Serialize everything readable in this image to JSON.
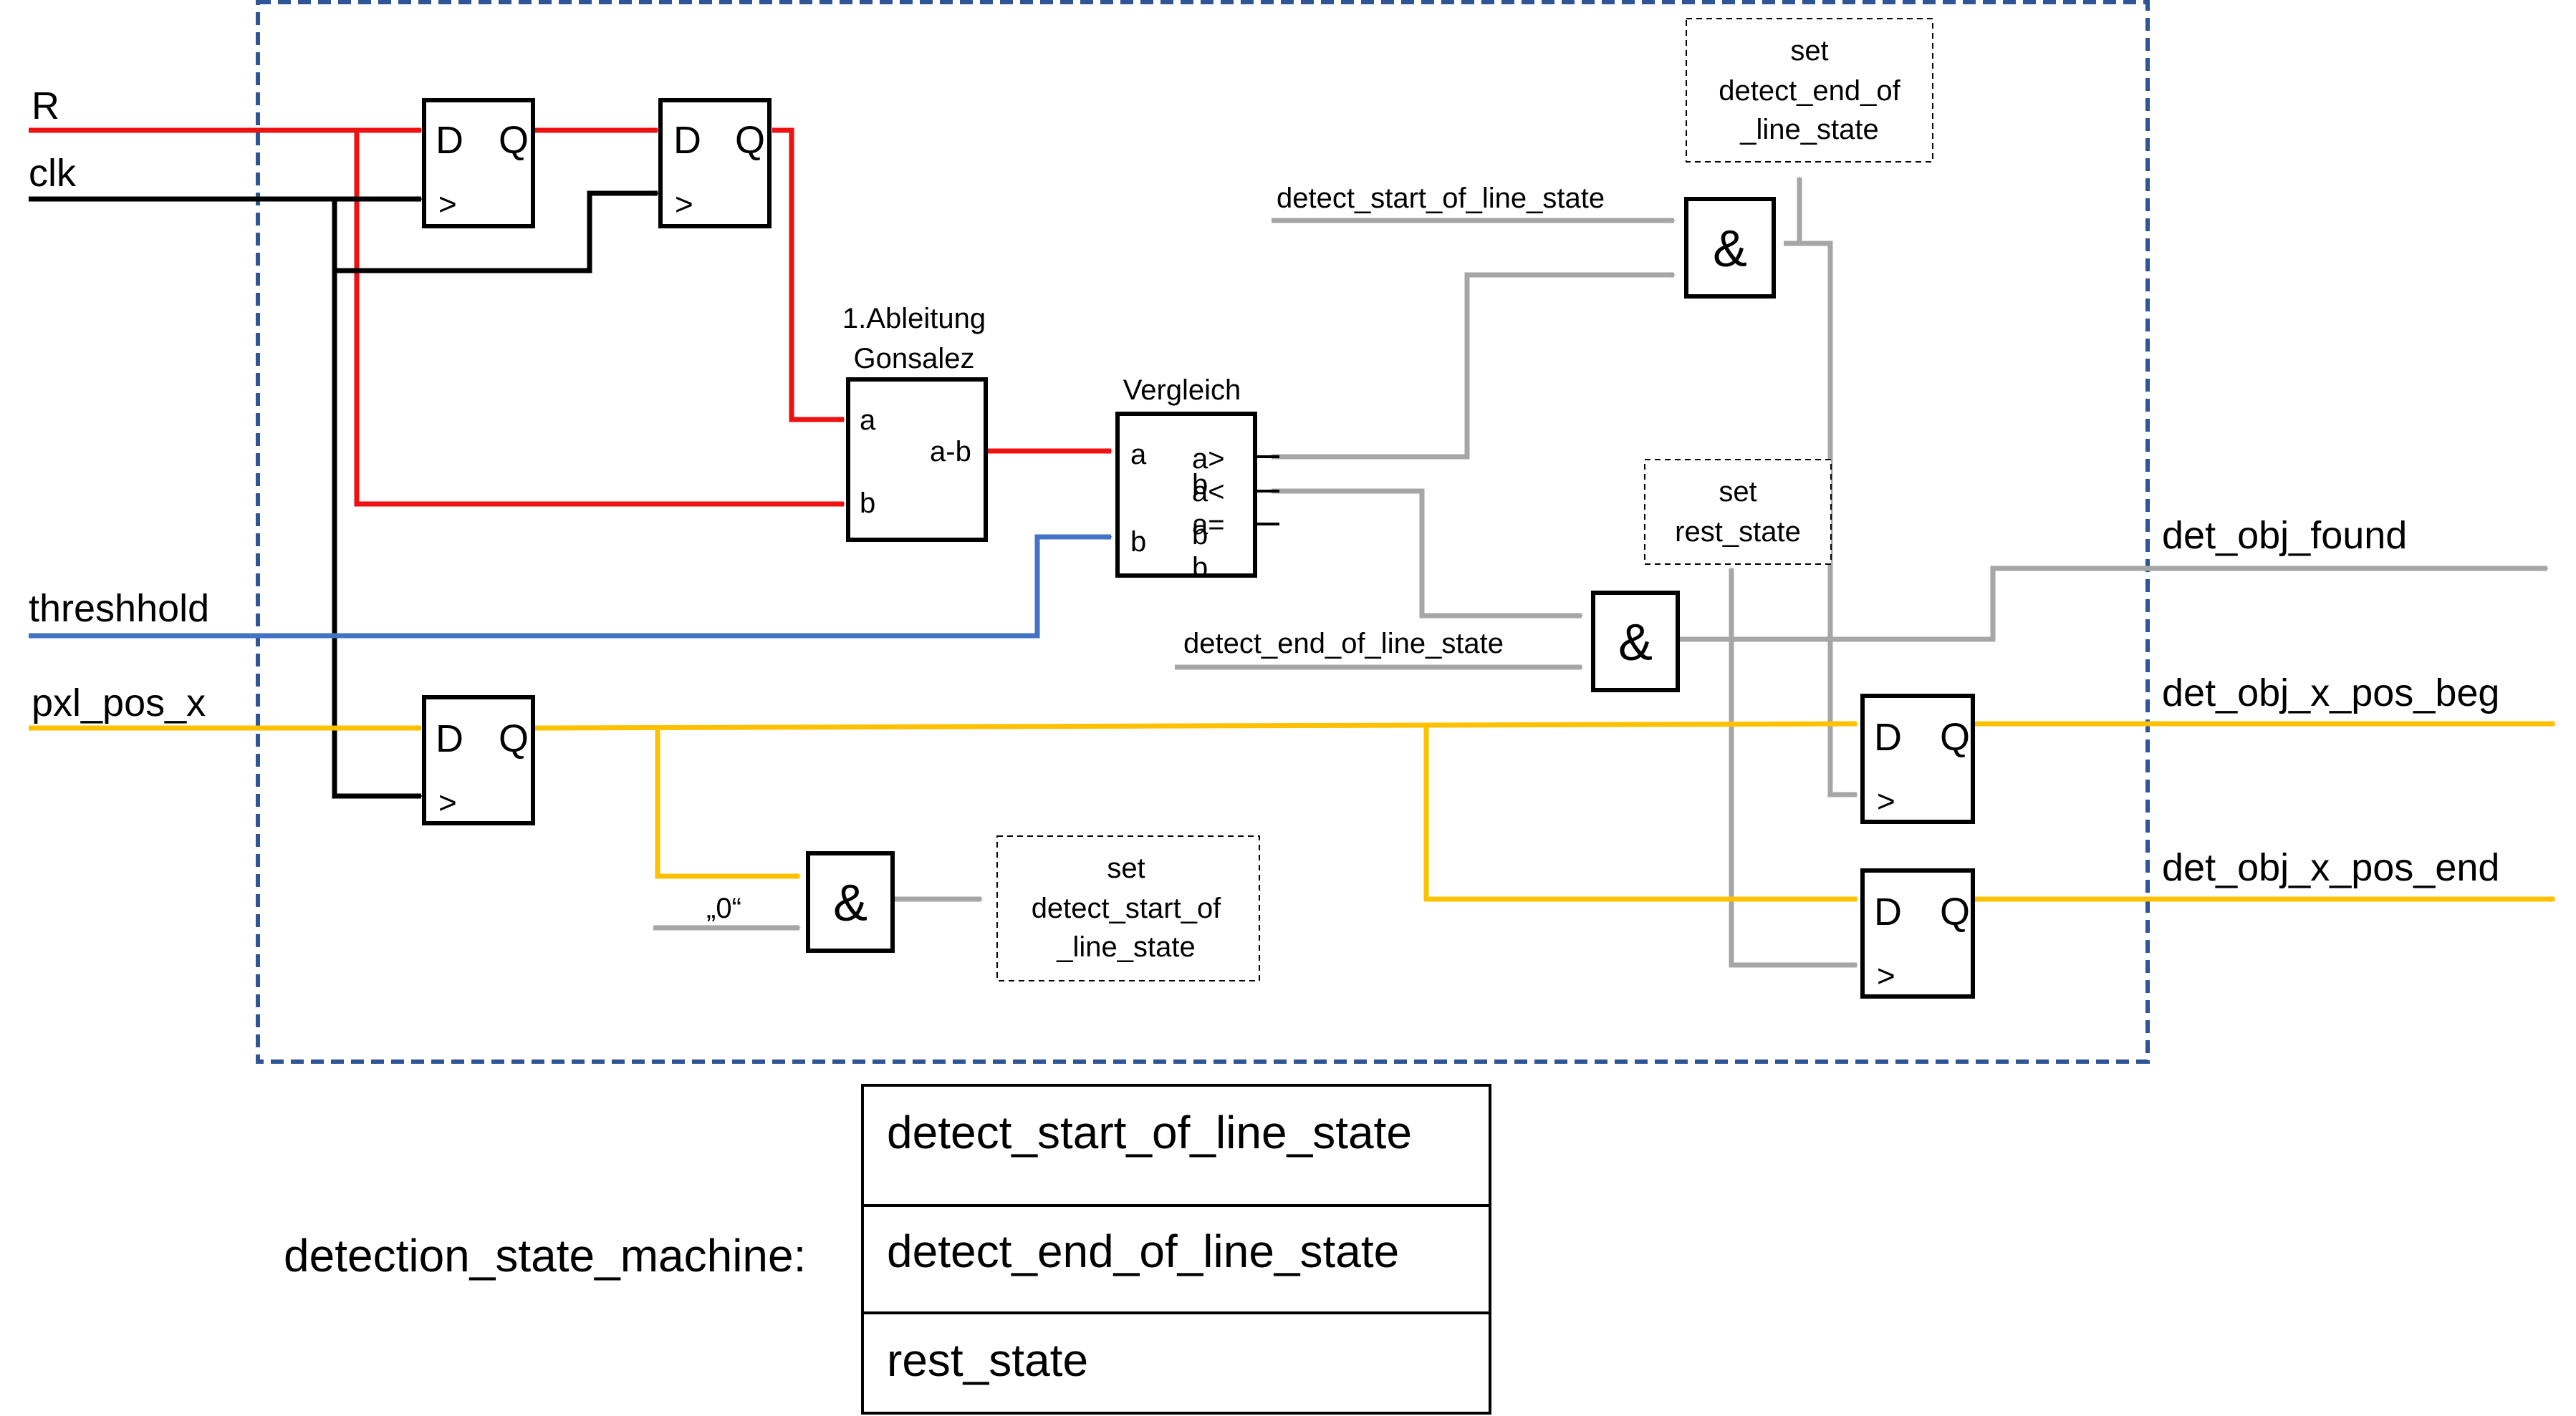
{
  "signals": {
    "r": "R",
    "clk": "clk",
    "threshhold": "threshhold",
    "pxl_pos_x": "pxl_pos_x",
    "det_obj_found": "det_obj_found",
    "det_obj_x_pos_beg": "det_obj_x_pos_beg",
    "det_obj_x_pos_end": "det_obj_x_pos_end",
    "detect_start_of_line_state": "detect_start_of_line_state",
    "detect_end_of_line_state": "detect_end_of_line_state",
    "zero_const": "„0“"
  },
  "flipflop": {
    "d": "D",
    "q": "Q",
    "clk": ">"
  },
  "gate_symbol": "&",
  "derivative": {
    "title_line1": "1.Ableitung",
    "title_line2": "Gonsalez",
    "in_a": "a",
    "in_b": "b",
    "out": "a-b"
  },
  "compare": {
    "title": "Vergleich",
    "in_a": "a",
    "in_b": "b",
    "out_gt_1": "a>",
    "out_gt_2": "b",
    "out_lt_1": "a<",
    "out_lt_2": "b",
    "out_eq_1": "a=",
    "out_eq_2": "b"
  },
  "set_boxes": {
    "end_of_line": [
      "set",
      "detect_end_of",
      "_line_state"
    ],
    "rest": [
      "set",
      "rest_state"
    ],
    "start_of_line": [
      "set",
      "detect_start_of",
      "_line_state"
    ]
  },
  "state_machine": {
    "label": "detection_state_machine:",
    "states": [
      "detect_start_of_line_state",
      "detect_end_of_line_state",
      "rest_state"
    ]
  },
  "colors": {
    "reset_wire": "#ee1111",
    "clock_wire": "#000000",
    "threshold_wire": "#4472c4",
    "control_wire": "#a6a6a6",
    "data_wire": "#ffc000",
    "frame": "#2f5597"
  }
}
